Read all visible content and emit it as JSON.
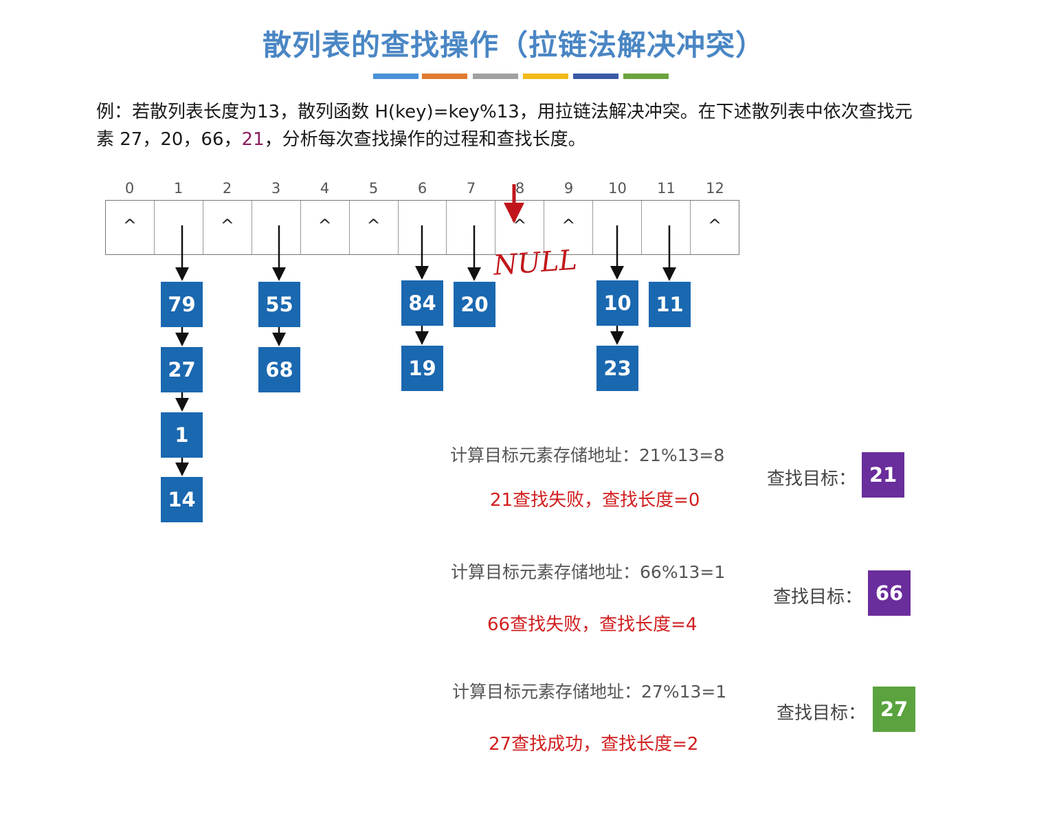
{
  "title": "散列表的查找操作（拉链法解决冲突）",
  "title_underline_colors": [
    "#4a90d9",
    "#e07a2e",
    "#a0a0a0",
    "#f2b919",
    "#3a5aa8",
    "#6ba33e"
  ],
  "intro": {
    "line1": "例：若散列表长度为13，散列函数 H(key)=key%13，用拉链法解决冲突。在下述散列表中依次查找元",
    "line2_pre": "素 27，20，66，",
    "line2_hl": "21",
    "line2_post": "，分析每次查找操作的过程和查找长度。"
  },
  "indices": [
    "0",
    "1",
    "2",
    "3",
    "4",
    "5",
    "6",
    "7",
    "8",
    "9",
    "10",
    "11",
    "12"
  ],
  "empty_mark": "^",
  "slots": [
    {
      "index": "0",
      "empty": true
    },
    {
      "index": "1",
      "empty": false,
      "chain": [
        "79",
        "27",
        "1",
        "14"
      ]
    },
    {
      "index": "2",
      "empty": true
    },
    {
      "index": "3",
      "empty": false,
      "chain": [
        "55",
        "68"
      ]
    },
    {
      "index": "4",
      "empty": true
    },
    {
      "index": "5",
      "empty": true
    },
    {
      "index": "6",
      "empty": false,
      "chain": [
        "84",
        "19"
      ]
    },
    {
      "index": "7",
      "empty": false,
      "chain": [
        "20"
      ]
    },
    {
      "index": "8",
      "empty": true
    },
    {
      "index": "9",
      "empty": true
    },
    {
      "index": "10",
      "empty": false,
      "chain": [
        "10",
        "23"
      ]
    },
    {
      "index": "11",
      "empty": false,
      "chain": [
        "11"
      ]
    },
    {
      "index": "12",
      "empty": true
    }
  ],
  "null_annotation": "NULL",
  "searches": [
    {
      "calc": "计算目标元素存储地址：21%13=8",
      "result": "21查找失败，查找长度=0",
      "label": "查找目标：",
      "target": "21",
      "color": "#6a2d9c"
    },
    {
      "calc": "计算目标元素存储地址：66%13=1",
      "result": "66查找失败，查找长度=4",
      "label": "查找目标：",
      "target": "66",
      "color": "#6a2d9c"
    },
    {
      "calc": "计算目标元素存储地址：27%13=1",
      "result": "27查找成功，查找长度=2",
      "label": "查找目标：",
      "target": "27",
      "color": "#5aa33e"
    }
  ],
  "colors": {
    "node": "#1a68b0",
    "arrow": "#111111",
    "pointer": "#c0161b",
    "result": "#d11f1f"
  }
}
